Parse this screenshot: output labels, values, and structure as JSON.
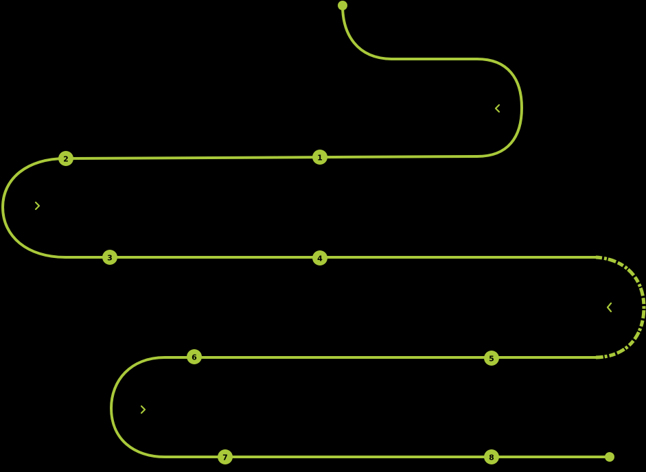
{
  "diagram": {
    "type": "serpentine-roadmap",
    "background": "#000000",
    "accent_color": "#a9c93a",
    "start_marker": "dot",
    "end_marker": "dot",
    "steps": [
      {
        "label": "1"
      },
      {
        "label": "2"
      },
      {
        "label": "3"
      },
      {
        "label": "4"
      },
      {
        "label": "5"
      },
      {
        "label": "6"
      },
      {
        "label": "7"
      },
      {
        "label": "8"
      }
    ],
    "turn_arrows": [
      "<",
      ">",
      "<",
      ">"
    ]
  }
}
